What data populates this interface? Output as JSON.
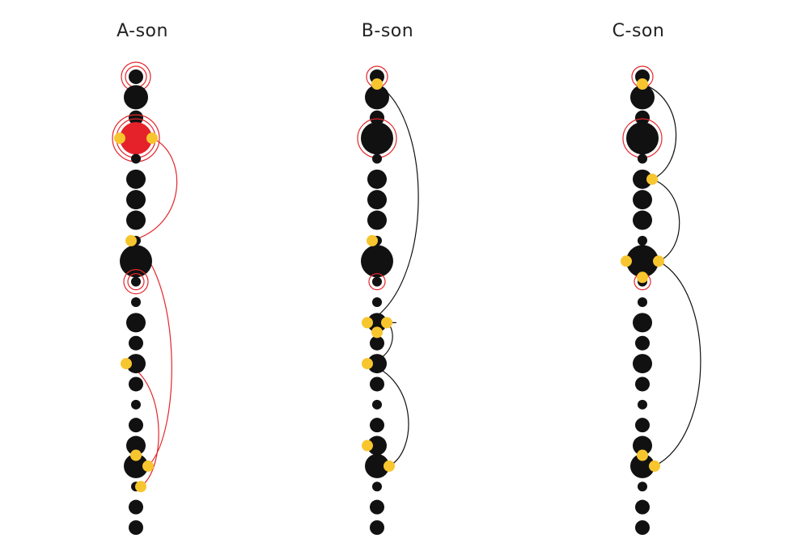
{
  "colors": {
    "node": "#111111",
    "highlight_ring": "#e3262b",
    "highlight_fill": "#e5212a",
    "anchor": "#f7c62f",
    "link_black": "#111111",
    "link_red": "#e3262b"
  },
  "columns": [
    {
      "title": "A-son",
      "link_color": "red",
      "nodes": [
        {
          "size": 2,
          "rings": 2
        },
        {
          "size": 4,
          "rings": 0
        },
        {
          "size": 2,
          "rings": 0
        },
        {
          "size": 5,
          "rings": 2,
          "filled_red": true
        },
        {
          "size": 1,
          "rings": 0
        },
        {
          "size": 3,
          "rings": 0
        },
        {
          "size": 3,
          "rings": 0
        },
        {
          "size": 3,
          "rings": 0
        },
        {
          "size": 1,
          "rings": 0
        },
        {
          "size": 5,
          "rings": 0
        },
        {
          "size": 1,
          "rings": 2
        },
        {
          "size": 1,
          "rings": 0
        },
        {
          "size": 3,
          "rings": 0
        },
        {
          "size": 2,
          "rings": 0
        },
        {
          "size": 3,
          "rings": 0
        },
        {
          "size": 2,
          "rings": 0
        },
        {
          "size": 1,
          "rings": 0
        },
        {
          "size": 2,
          "rings": 0
        },
        {
          "size": 3,
          "rings": 0
        },
        {
          "size": 4,
          "rings": 0
        },
        {
          "size": 1,
          "rings": 0
        },
        {
          "size": 2,
          "rings": 0
        },
        {
          "size": 2,
          "rings": 0
        }
      ],
      "anchors": [
        {
          "node": 3,
          "side": "left"
        },
        {
          "node": 3,
          "side": "right"
        },
        {
          "node": 8,
          "side": "left"
        },
        {
          "node": 14,
          "side": "left"
        },
        {
          "node": 18,
          "side": "bottom"
        },
        {
          "node": 19,
          "side": "right"
        },
        {
          "node": 20,
          "side": "right"
        }
      ],
      "links": [
        {
          "from": 1,
          "to": 2,
          "bulge": 1
        },
        {
          "from": 2,
          "to": 5,
          "bulge": 0.6
        },
        {
          "from": 3,
          "to": 6,
          "bulge": 0.6
        }
      ]
    },
    {
      "title": "B-son",
      "link_color": "black",
      "nodes": [
        {
          "size": 2,
          "rings": 1
        },
        {
          "size": 4,
          "rings": 0
        },
        {
          "size": 2,
          "rings": 0
        },
        {
          "size": 5,
          "rings": 1
        },
        {
          "size": 1,
          "rings": 0
        },
        {
          "size": 3,
          "rings": 0
        },
        {
          "size": 3,
          "rings": 0
        },
        {
          "size": 3,
          "rings": 0
        },
        {
          "size": 1,
          "rings": 0
        },
        {
          "size": 5,
          "rings": 0
        },
        {
          "size": 1,
          "rings": 1
        },
        {
          "size": 1,
          "rings": 0
        },
        {
          "size": 3,
          "rings": 0
        },
        {
          "size": 2,
          "rings": 0
        },
        {
          "size": 3,
          "rings": 0
        },
        {
          "size": 2,
          "rings": 0
        },
        {
          "size": 1,
          "rings": 0
        },
        {
          "size": 2,
          "rings": 0
        },
        {
          "size": 3,
          "rings": 0
        },
        {
          "size": 4,
          "rings": 0
        },
        {
          "size": 1,
          "rings": 0
        },
        {
          "size": 2,
          "rings": 0
        },
        {
          "size": 2,
          "rings": 0
        }
      ],
      "anchors": [
        {
          "node": 0,
          "side": "bottom"
        },
        {
          "node": 8,
          "side": "left"
        },
        {
          "node": 12,
          "side": "left"
        },
        {
          "node": 12,
          "side": "right"
        },
        {
          "node": 12,
          "side": "bottom"
        },
        {
          "node": 14,
          "side": "left"
        },
        {
          "node": 18,
          "side": "left"
        },
        {
          "node": 19,
          "side": "right"
        }
      ],
      "links": [
        {
          "from": 0,
          "to": 2,
          "bulge": 1
        },
        {
          "from": 2,
          "to": 3,
          "bulge": 0.6
        },
        {
          "from": 3,
          "to": 5,
          "bulge": 0.4
        },
        {
          "from": 5,
          "to": 7,
          "bulge": 0.8
        }
      ]
    },
    {
      "title": "C-son",
      "link_color": "black",
      "nodes": [
        {
          "size": 2,
          "rings": 1
        },
        {
          "size": 4,
          "rings": 0
        },
        {
          "size": 2,
          "rings": 0
        },
        {
          "size": 5,
          "rings": 1
        },
        {
          "size": 1,
          "rings": 0
        },
        {
          "size": 3,
          "rings": 0
        },
        {
          "size": 3,
          "rings": 0
        },
        {
          "size": 3,
          "rings": 0
        },
        {
          "size": 1,
          "rings": 0
        },
        {
          "size": 5,
          "rings": 0
        },
        {
          "size": 1,
          "rings": 1
        },
        {
          "size": 1,
          "rings": 0
        },
        {
          "size": 3,
          "rings": 0
        },
        {
          "size": 2,
          "rings": 0
        },
        {
          "size": 3,
          "rings": 0
        },
        {
          "size": 2,
          "rings": 0
        },
        {
          "size": 1,
          "rings": 0
        },
        {
          "size": 2,
          "rings": 0
        },
        {
          "size": 3,
          "rings": 0
        },
        {
          "size": 4,
          "rings": 0
        },
        {
          "size": 1,
          "rings": 0
        },
        {
          "size": 2,
          "rings": 0
        },
        {
          "size": 2,
          "rings": 0
        }
      ],
      "anchors": [
        {
          "node": 0,
          "side": "bottom"
        },
        {
          "node": 5,
          "side": "right"
        },
        {
          "node": 9,
          "side": "left"
        },
        {
          "node": 9,
          "side": "right"
        },
        {
          "node": 9,
          "side": "bottom"
        },
        {
          "node": 18,
          "side": "bottom"
        },
        {
          "node": 19,
          "side": "right"
        }
      ],
      "links": [
        {
          "from": 0,
          "to": 1,
          "bulge": 1
        },
        {
          "from": 1,
          "to": 3,
          "bulge": 1
        },
        {
          "from": 3,
          "to": 6,
          "bulge": 1
        }
      ]
    }
  ]
}
